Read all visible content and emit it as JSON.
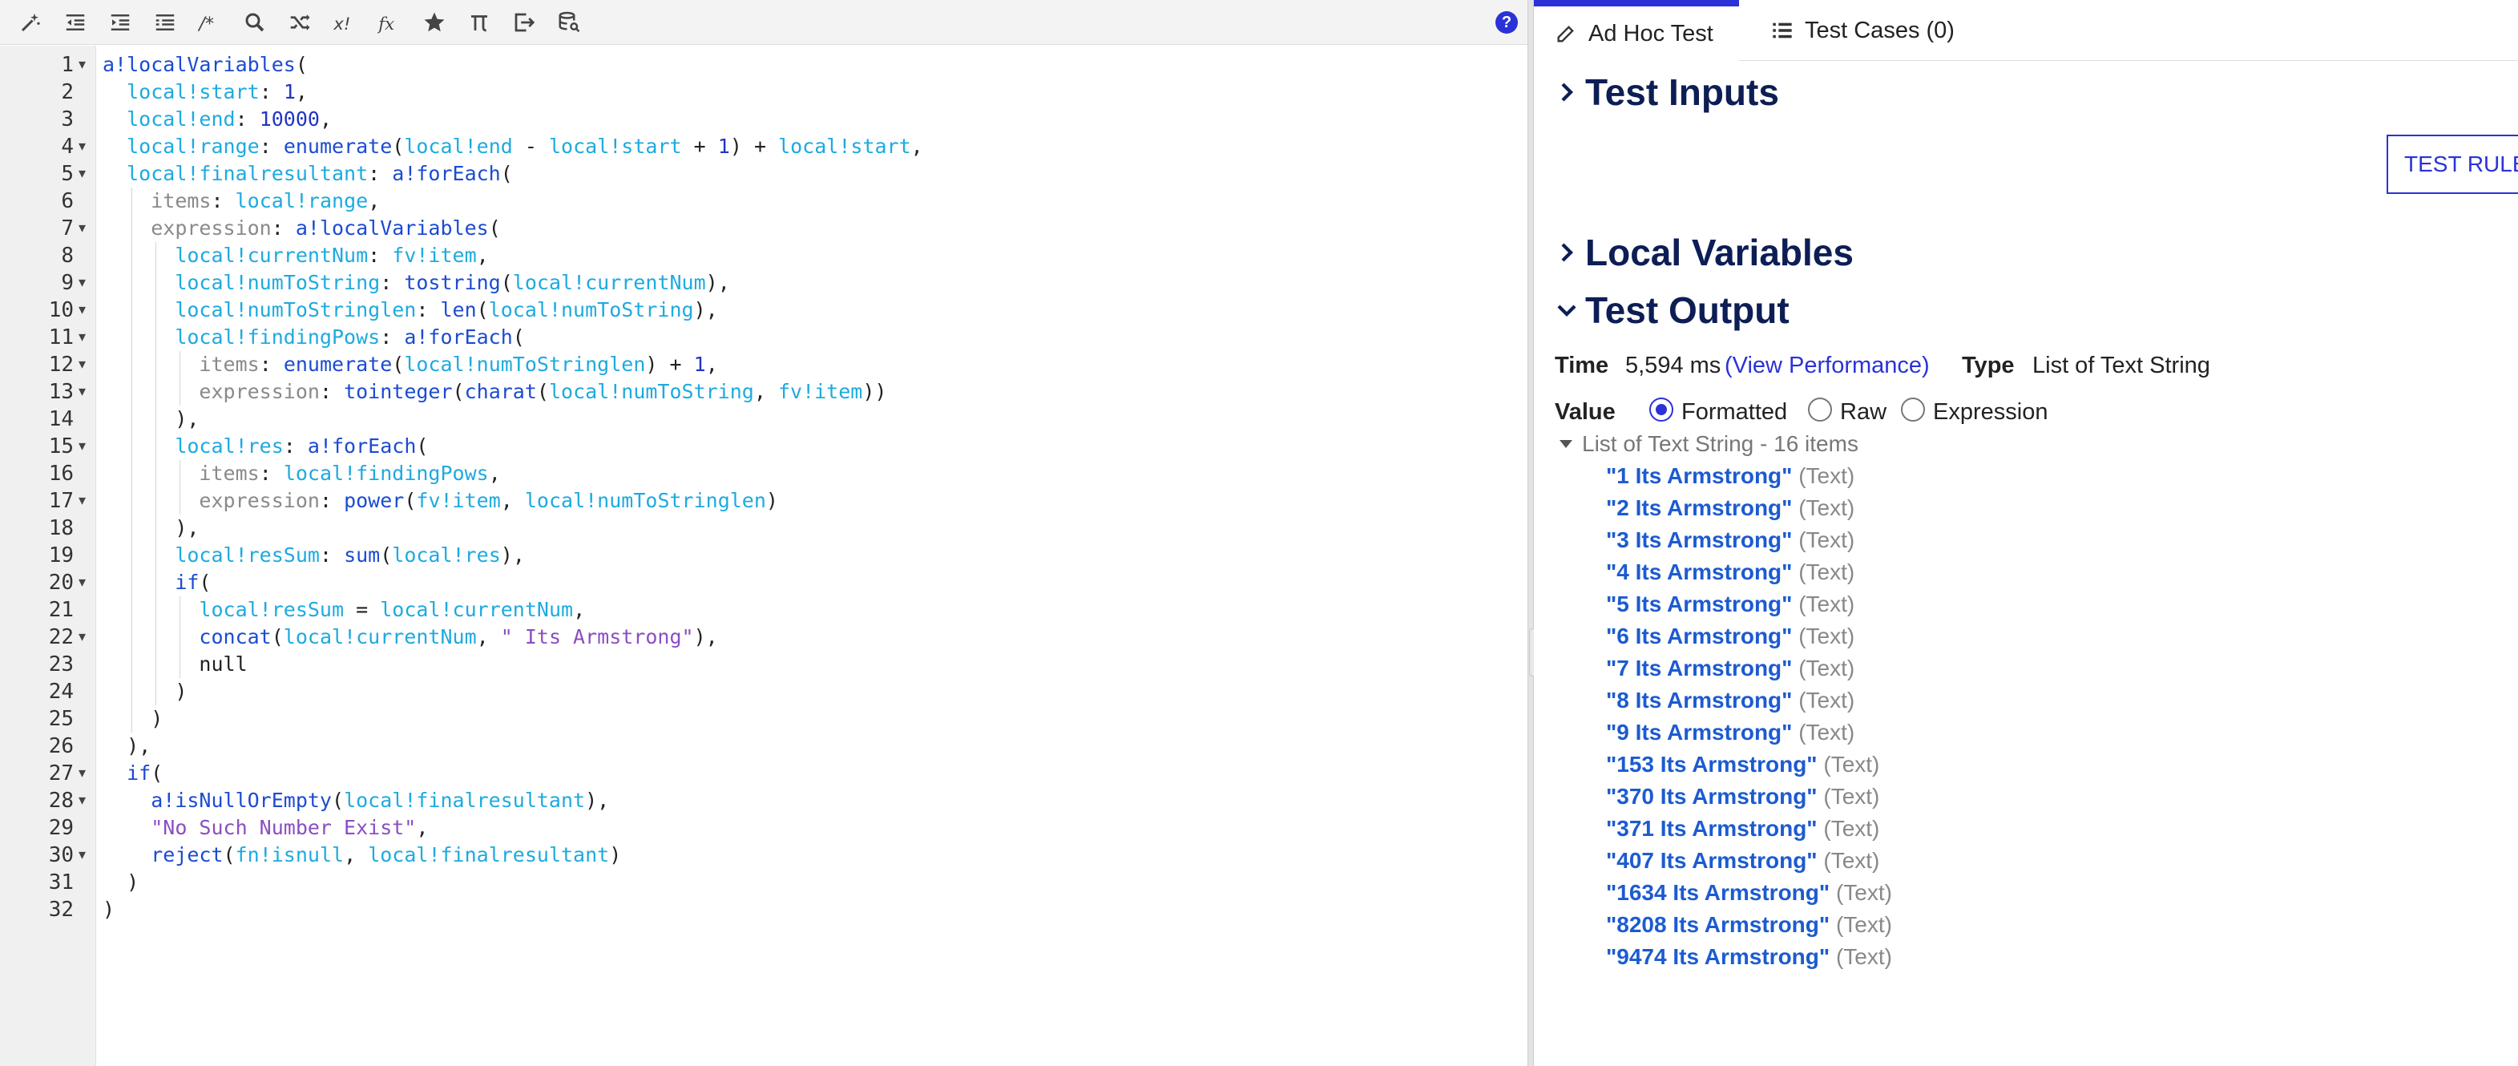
{
  "toolbar": {
    "icons": [
      "auto-format-icon",
      "outdent-icon",
      "indent-icon",
      "list-indent-icon",
      "comment-icon",
      "search-icon",
      "shuffle-icon",
      "factorial-icon",
      "function-icon",
      "star-icon",
      "pi-icon",
      "export-icon",
      "database-search-icon"
    ],
    "help": "?"
  },
  "editor": {
    "line_numbers": [
      "1",
      "2",
      "3",
      "4",
      "5",
      "6",
      "7",
      "8",
      "9",
      "10",
      "11",
      "12",
      "13",
      "14",
      "15",
      "16",
      "17",
      "18",
      "19",
      "20",
      "21",
      "22",
      "23",
      "24",
      "25",
      "26",
      "27",
      "28",
      "29",
      "30",
      "31",
      "32"
    ],
    "fold_marker": "▾",
    "code": [
      "a!localVariables(",
      "  local!start: 1,",
      "  local!end: 10000,",
      "  local!range: enumerate(local!end - local!start + 1) + local!start,",
      "  local!finalresultant: a!forEach(",
      "    items: local!range,",
      "    expression: a!localVariables(",
      "      local!currentNum: fv!item,",
      "      local!numToString: tostring(local!currentNum),",
      "      local!numToStringlen: len(local!numToString),",
      "      local!findingPows: a!forEach(",
      "        items: enumerate(local!numToStringlen) + 1,",
      "        expression: tointeger(charat(local!numToString, fv!item))",
      "      ),",
      "      local!res: a!forEach(",
      "        items: local!findingPows,",
      "        expression: power(fv!item, local!numToStringlen)",
      "      ),",
      "      local!resSum: sum(local!res),",
      "      if(",
      "        local!resSum = local!currentNum,",
      "        concat(local!currentNum, \" Its Armstrong\"),",
      "        null",
      "      )",
      "    )",
      "  ),",
      "  if(",
      "    a!isNullOrEmpty(local!finalresultant),",
      "    \"No Such Number Exist\",",
      "    reject(fn!isnull, local!finalresultant)",
      "  )",
      ")"
    ]
  },
  "panel": {
    "tabs": [
      {
        "label": "Ad Hoc Test",
        "icon": "edit-icon",
        "active": true
      },
      {
        "label": "Test Cases (0)",
        "icon": "list-icon",
        "active": false
      }
    ],
    "sections": {
      "test_inputs": "Test Inputs",
      "local_variables": "Local Variables",
      "test_output": "Test Output"
    },
    "test_rule_button": "TEST RULE",
    "output": {
      "time_label": "Time",
      "time_value": "5,594 ms",
      "view_performance": "(View Performance)",
      "type_label": "Type",
      "type_value": "List of Text String",
      "value_label": "Value",
      "value_options": [
        "Formatted",
        "Raw",
        "Expression"
      ],
      "selected_option": "Formatted",
      "list_header": "List of Text String - 16 items",
      "item_type": "(Text)",
      "items": [
        "\"1 Its Armstrong\"",
        "\"2 Its Armstrong\"",
        "\"3 Its Armstrong\"",
        "\"4 Its Armstrong\"",
        "\"5 Its Armstrong\"",
        "\"6 Its Armstrong\"",
        "\"7 Its Armstrong\"",
        "\"8 Its Armstrong\"",
        "\"9 Its Armstrong\"",
        "\"153 Its Armstrong\"",
        "\"370 Its Armstrong\"",
        "\"371 Its Armstrong\"",
        "\"407 Its Armstrong\"",
        "\"1634 Its Armstrong\"",
        "\"8208 Its Armstrong\"",
        "\"9474 Its Armstrong\""
      ]
    }
  },
  "colors": {
    "accent": "#2a32d8",
    "heading": "#0d1e55",
    "code_function": "#1c4bd2",
    "code_variable": "#1eaadf",
    "code_string": "#8b4ec2",
    "code_key": "#8a8a8a",
    "item_value": "#1c5bd0"
  }
}
